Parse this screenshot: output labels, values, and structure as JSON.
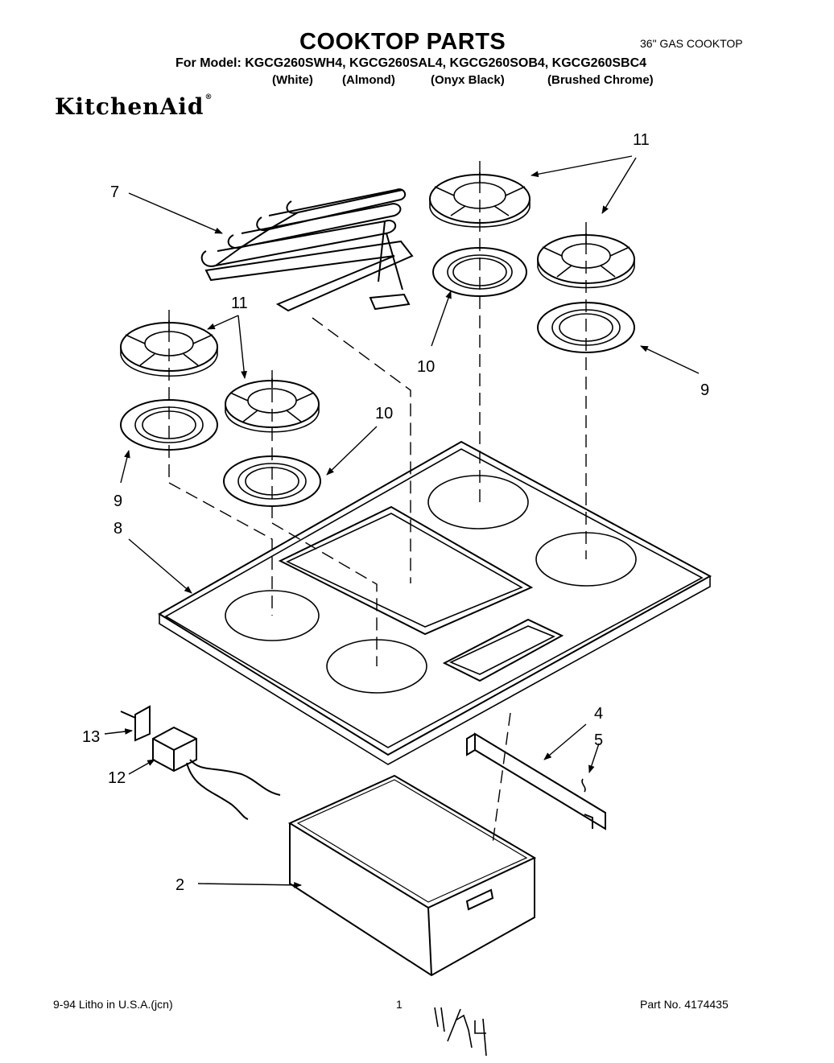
{
  "header": {
    "title": "COOKTOP PARTS",
    "subtitle": "36\" GAS COOKTOP",
    "models_line": "For Model: KGCG260SWH4, KGCG260SAL4, KGCG260SOB4, KGCG260SBC4",
    "colors": [
      "(White)",
      "(Almond)",
      "(Onyx Black)",
      "(Brushed Chrome)"
    ]
  },
  "brand": {
    "name": "KitchenAid",
    "mark": "®"
  },
  "callouts": {
    "n7": "7",
    "n11a": "11",
    "n11b": "11",
    "n10a": "10",
    "n10b": "10",
    "n9a": "9",
    "n9b": "9",
    "n8": "8",
    "n4": "4",
    "n5": "5",
    "n13": "13",
    "n12": "12",
    "n2": "2"
  },
  "footer": {
    "litho": "9-94 Litho in U.S.A.(jcn)",
    "page": "1",
    "part_no": "Part No. 4174435",
    "handwritten": "11/94"
  }
}
